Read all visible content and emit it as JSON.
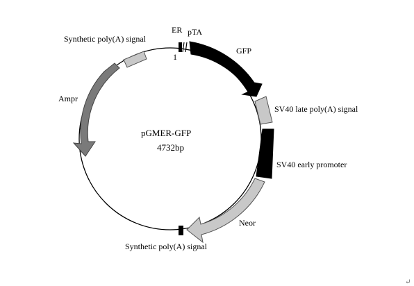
{
  "plasmid": {
    "name": "pGMER-GFP",
    "size": "4732bp"
  },
  "labels": {
    "er": "ER",
    "pta": "pTA",
    "position_one": "1",
    "gfp": "GFP",
    "sv40_late": "SV40 late poly(A) signal",
    "sv40_early": "SV40 early promoter",
    "neor": "Neor",
    "synth_bottom": "Synthetic poly(A) signal",
    "ampr": "Ampr",
    "synth_top": "Synthetic poly(A) signal",
    "return_mark": "↵"
  },
  "colors": {
    "backbone": "#000000",
    "gfp": "#000000",
    "sv40_early": "#000000",
    "light_gray": "#c8c8c8",
    "ampr_gray": "#7a7a7a",
    "outline": "#555555"
  }
}
